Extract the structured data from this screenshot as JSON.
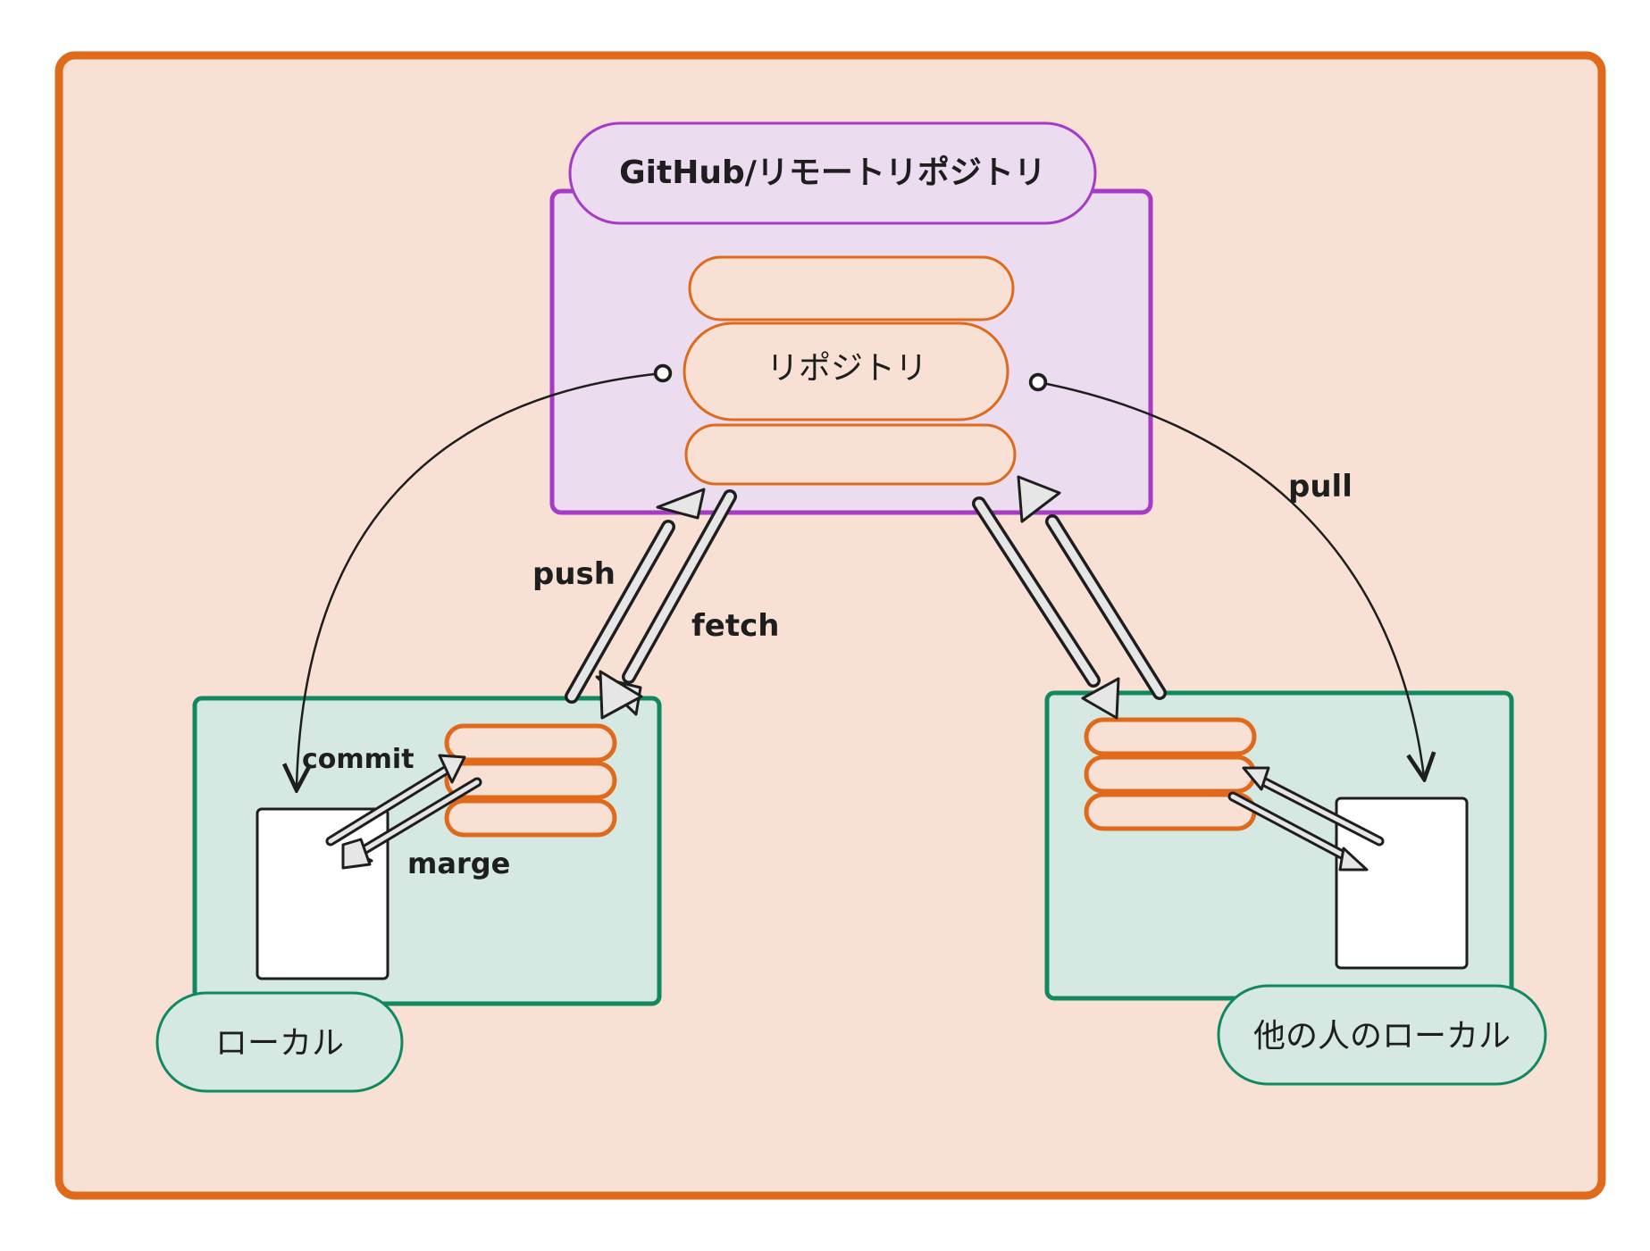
{
  "remote": {
    "title": "GitHub/リモートリポジトリ",
    "repo_label": "リポジトリ"
  },
  "local": {
    "label": "ローカル"
  },
  "other_local": {
    "label": "他の人のローカル"
  },
  "operations": {
    "push": "push",
    "fetch": "fetch",
    "pull": "pull",
    "commit": "commit",
    "merge": "marge"
  },
  "colors": {
    "frame_stroke": "#e06a1c",
    "frame_fill": "#f8e1d4",
    "remote_stroke": "#a63bc8",
    "remote_fill": "#ecdcef",
    "local_stroke": "#11895e",
    "local_fill": "#d5e9e2",
    "arrow_fill": "#e6e6e6",
    "ink": "#1e1e1e"
  }
}
